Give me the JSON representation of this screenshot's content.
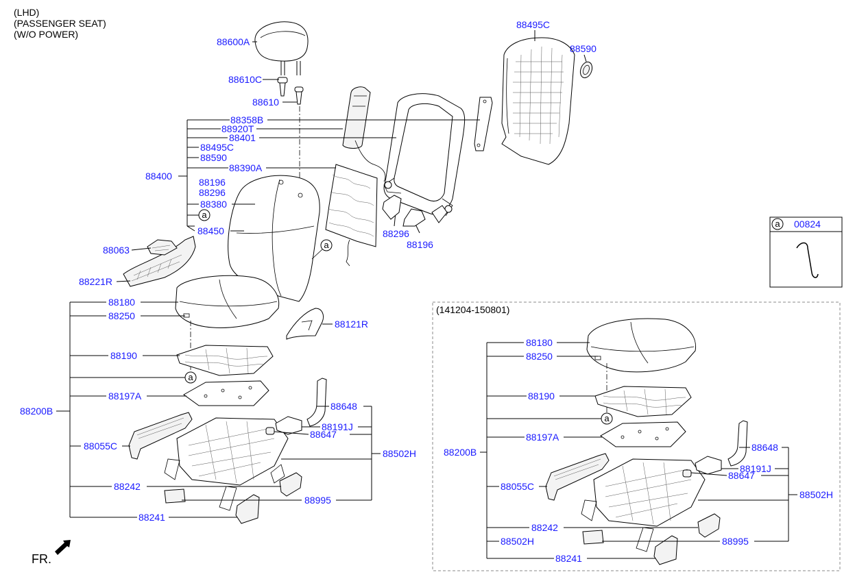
{
  "notes": [
    "(LHD)",
    "(PASSENGER SEAT)",
    "(W/O POWER)"
  ],
  "inset_range": "(141204-150801)",
  "ref_box": {
    "letter": "a",
    "part": "00824"
  },
  "circle_letter": "a",
  "front_label": "FR.",
  "parts": {
    "p88600A": "88600A",
    "p88610C": "88610C",
    "p88610": "88610",
    "p88358B": "88358B",
    "p88920T": "88920T",
    "p88401": "88401",
    "p88495C_list": "88495C",
    "p88590_list": "88590",
    "p88390A": "88390A",
    "p88400": "88400",
    "p88196_list": "88196",
    "p88296_list": "88296",
    "p88380": "88380",
    "p88450": "88450",
    "p88495C_top": "88495C",
    "p88590_top": "88590",
    "p88296_pic": "88296",
    "p88196_pic": "88196",
    "p88063": "88063",
    "p88221R": "88221R",
    "p88180": "88180",
    "p88250": "88250",
    "p88121R": "88121R",
    "p88190": "88190",
    "p88197A": "88197A",
    "p88200B": "88200B",
    "p88648": "88648",
    "p88191J": "88191J",
    "p88647": "88647",
    "p88502H": "88502H",
    "p88055C": "88055C",
    "p88242": "88242",
    "p88995": "88995",
    "p88241": "88241",
    "i88180": "88180",
    "i88250": "88250",
    "i88190": "88190",
    "i88197A": "88197A",
    "i88200B": "88200B",
    "i88648": "88648",
    "i88191J": "88191J",
    "i88647": "88647",
    "i88502H": "88502H",
    "i88055C": "88055C",
    "i88242": "88242",
    "i88502H_b": "88502H",
    "i88995": "88995",
    "i88241": "88241"
  }
}
